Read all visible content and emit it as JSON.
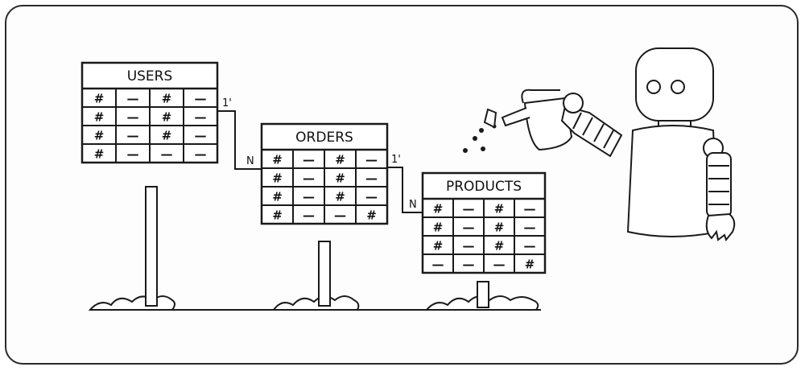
{
  "tables": [
    {
      "name": "USERS",
      "rows": [
        [
          "#",
          "—",
          "#",
          "—"
        ],
        [
          "#",
          "—",
          "#",
          "—"
        ],
        [
          "#",
          "—",
          "#",
          "—"
        ],
        [
          "#",
          "—",
          "—",
          "—"
        ]
      ]
    },
    {
      "name": "ORDERS",
      "rows": [
        [
          "#",
          "—",
          "#",
          "—"
        ],
        [
          "#",
          "—",
          "#",
          "—"
        ],
        [
          "#",
          "—",
          "#",
          "—"
        ],
        [
          "#",
          "—",
          "—",
          "#"
        ]
      ]
    },
    {
      "name": "PRODUCTS",
      "rows": [
        [
          "#",
          "—",
          "#",
          "—"
        ],
        [
          "#",
          "—",
          "#",
          "—"
        ],
        [
          "#",
          "—",
          "#",
          "—"
        ],
        [
          "—",
          "—",
          "—",
          "#"
        ]
      ]
    }
  ],
  "relations": [
    {
      "from": "USERS",
      "to": "ORDERS",
      "from_card": "1'",
      "to_card": "N"
    },
    {
      "from": "ORDERS",
      "to": "PRODUCTS",
      "from_card": "1'",
      "to_card": "N"
    }
  ],
  "colors": {
    "ink": "#1a1a1a",
    "paper": "#ffffff",
    "robot_body": "#ffffff"
  }
}
